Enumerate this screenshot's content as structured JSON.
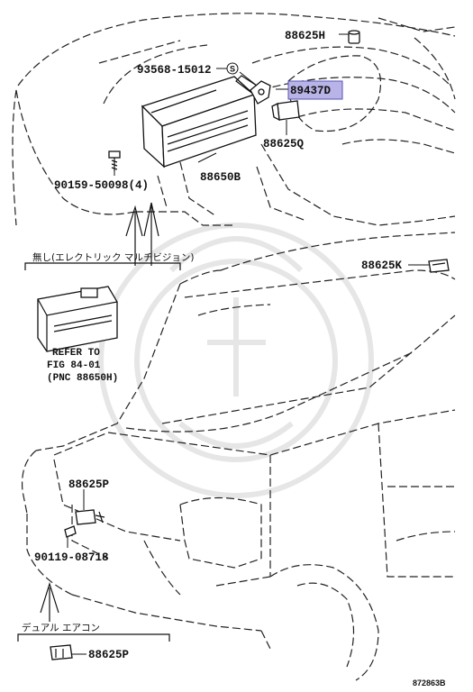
{
  "labels": {
    "p88625H": "88625H",
    "p93568": "93568-15012",
    "p89437D": "89437D",
    "p88625Q": "88625Q",
    "p88650B": "88650B",
    "p90159": "90159-50098(4)",
    "p88625K": "88625K",
    "p88625P_top": "88625P",
    "p90119": "90119-08718",
    "p88625P_bottom": "88625P"
  },
  "notes": {
    "without_emv": "無し(エレクトリック マルチビジョン)",
    "refer_line1": "REFER TO",
    "refer_line2": "FIG 84-01",
    "refer_line3": "(PNC 88650H)",
    "dual_aircon": "デュアル エアコン",
    "diagram_id": "872863B"
  },
  "symbols": {
    "screw_symbol": "S"
  },
  "colors": {
    "highlight": "#b9b4e8",
    "highlight_border": "#5a52b5"
  }
}
